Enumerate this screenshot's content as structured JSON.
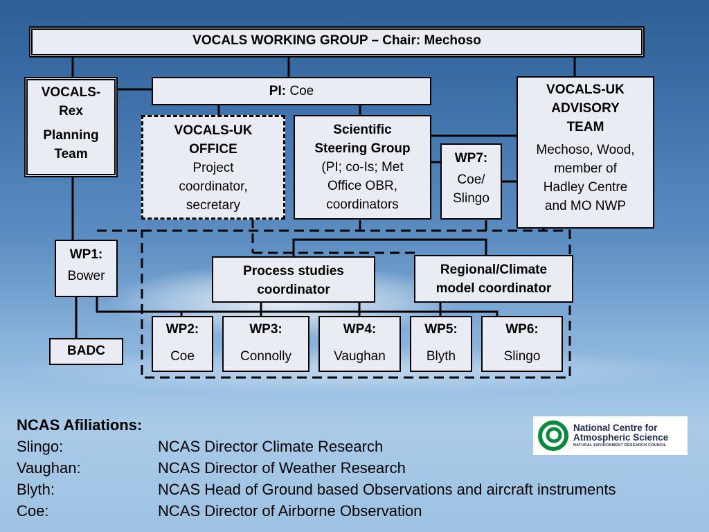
{
  "diagram": {
    "working_group": "VOCALS WORKING GROUP – Chair: Mechoso",
    "pi": {
      "label": "PI:",
      "name": "Coe"
    },
    "rex": {
      "line1": "VOCALS-",
      "line2": "Rex",
      "line3": "Planning",
      "line4": "Team"
    },
    "advisory": {
      "title1": "VOCALS-UK",
      "title2": "ADVISORY",
      "title3": "TEAM",
      "body1": "Mechoso, Wood,",
      "body2": "member of",
      "body3": "Hadley Centre",
      "body4": "and MO NWP"
    },
    "office": {
      "title1": "VOCALS-UK",
      "title2": "OFFICE",
      "body1": "Project",
      "body2": "coordinator,",
      "body3": "secretary"
    },
    "ssg": {
      "title1": "Scientific",
      "title2": "Steering Group",
      "body1": "(PI; co-Is; Met",
      "body2": "Office OBR,",
      "body3": "coordinators"
    },
    "wp7": {
      "label": "WP7:",
      "body1": "Coe/",
      "body2": "Slingo"
    },
    "wp1": {
      "label": "WP1:",
      "body": "Bower"
    },
    "badc": "BADC",
    "process": {
      "line1": "Process studies",
      "line2": "coordinator"
    },
    "regional": {
      "line1": "Regional/Climate",
      "line2": "model coordinator"
    },
    "wps": [
      {
        "label": "WP2:",
        "name": "Coe"
      },
      {
        "label": "WP3:",
        "name": "Connolly"
      },
      {
        "label": "WP4:",
        "name": "Vaughan"
      },
      {
        "label": "WP5:",
        "name": "Blyth"
      },
      {
        "label": "WP6:",
        "name": "Slingo"
      }
    ]
  },
  "ncas": {
    "heading": "NCAS Afiliations:",
    "rows": [
      {
        "name": "Slingo:",
        "role": "NCAS Director Climate Research"
      },
      {
        "name": "Vaughan:",
        "role": "NCAS Director of Weather Research"
      },
      {
        "name": "Blyth:",
        "role": "NCAS Head of Ground based Observations and aircraft instruments"
      },
      {
        "name": "Coe:",
        "role": "NCAS Director of Airborne Observation"
      }
    ]
  },
  "logo": {
    "line1": "National Centre for",
    "line2": "Atmospheric Science",
    "line3": "NATURAL ENVIRONMENT RESEARCH COUNCIL",
    "ring_color": "#0a8a3c"
  }
}
